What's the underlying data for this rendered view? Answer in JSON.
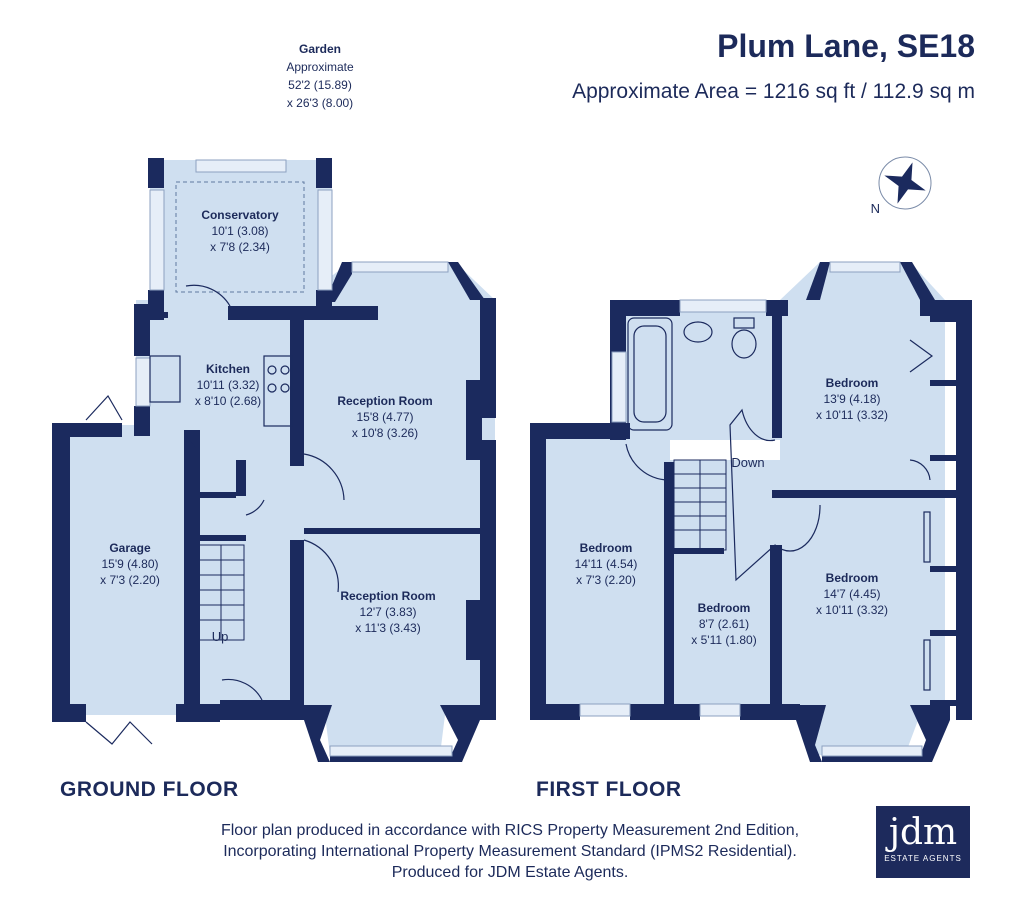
{
  "header": {
    "title": "Plum Lane, SE18",
    "area": "Approximate Area = 1216 sq ft / 112.9 sq m"
  },
  "compass": {
    "label": "N"
  },
  "garden": {
    "name": "Garden",
    "line1": "Approximate",
    "line2": "52'2 (15.89)",
    "line3": "x 26'3 (8.00)"
  },
  "rooms": {
    "conservatory": {
      "name": "Conservatory",
      "d1": "10'1 (3.08)",
      "d2": "x 7'8 (2.34)"
    },
    "kitchen": {
      "name": "Kitchen",
      "d1": "10'11 (3.32)",
      "d2": "x 8'10 (2.68)"
    },
    "reception1": {
      "name": "Reception Room",
      "d1": "15'8 (4.77)",
      "d2": "x 10'8 (3.26)"
    },
    "reception2": {
      "name": "Reception Room",
      "d1": "12'7 (3.83)",
      "d2": "x 11'3 (3.43)"
    },
    "garage": {
      "name": "Garage",
      "d1": "15'9 (4.80)",
      "d2": "x 7'3 (2.20)"
    },
    "bedroom_rear": {
      "name": "Bedroom",
      "d1": "13'9 (4.18)",
      "d2": "x 10'11 (3.32)"
    },
    "bedroom_left": {
      "name": "Bedroom",
      "d1": "14'11 (4.54)",
      "d2": "x 7'3 (2.20)"
    },
    "bedroom_small": {
      "name": "Bedroom",
      "d1": "8'7 (2.61)",
      "d2": "x 5'11 (1.80)"
    },
    "bedroom_front": {
      "name": "Bedroom",
      "d1": "14'7 (4.45)",
      "d2": "x 10'11 (3.32)"
    }
  },
  "stairs": {
    "up": "Up",
    "down": "Down"
  },
  "floors": {
    "ground": "GROUND FLOOR",
    "first": "FIRST FLOOR"
  },
  "footer": {
    "line1": "Floor plan produced in accordance with RICS Property Measurement 2nd Edition,",
    "line2": "Incorporating International Property Measurement Standard (IPMS2 Residential).",
    "line3": "Produced for JDM Estate Agents."
  },
  "logo": {
    "text": "jdm",
    "sub": "ESTATE AGENTS"
  },
  "colors": {
    "wall": "#1b2a5e",
    "floor": "#cfdff0",
    "window": "#e6eef8",
    "text": "#1c2a5a"
  }
}
